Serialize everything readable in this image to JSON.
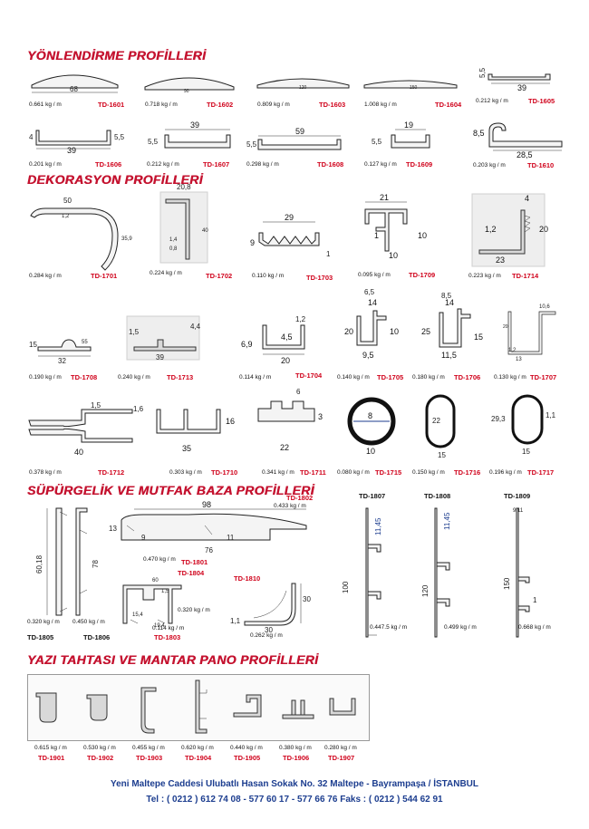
{
  "sections": {
    "s1": "YÖNLENDİRME PROFİLLERİ",
    "s2": "DEKORASYON PROFİLLERİ",
    "s3": "SÜPÜRGELİK VE MUTFAK BAZA PROFİLLERİ",
    "s4": "YAZI TAHTASI VE MANTAR PANO PROFİLLERİ"
  },
  "products": {
    "td1601": {
      "code": "TD-1601",
      "weight": "0.661 kg / m",
      "dims": [
        "68"
      ]
    },
    "td1602": {
      "code": "TD-1602",
      "weight": "0.718 kg / m",
      "dims": [
        "90"
      ]
    },
    "td1603": {
      "code": "TD-1603",
      "weight": "0.809 kg / m",
      "dims": [
        "120"
      ]
    },
    "td1604": {
      "code": "TD-1604",
      "weight": "1.008  kg / m",
      "dims": [
        "150"
      ]
    },
    "td1605": {
      "code": "TD-1605",
      "weight": "0.212 kg / m",
      "dims": [
        "39",
        "5,5"
      ]
    },
    "td1606": {
      "code": "TD-1606",
      "weight": "0.201 kg / m",
      "dims": [
        "39",
        "4",
        "5,5"
      ]
    },
    "td1607": {
      "code": "TD-1607",
      "weight": "0.212 kg / m",
      "dims": [
        "39",
        "5,5"
      ]
    },
    "td1608": {
      "code": "TD-1608",
      "weight": "0.298  kg / m",
      "dims": [
        "59",
        "5,5"
      ]
    },
    "td1609": {
      "code": "TD-1609",
      "weight": "0.127 kg / m",
      "dims": [
        "19",
        "5,5"
      ]
    },
    "td1610": {
      "code": "TD-1610",
      "weight": "0.203 kg / m",
      "dims": [
        "28,5",
        "8,5"
      ]
    },
    "td1701": {
      "code": "TD-1701",
      "weight": "0.284 kg / m",
      "dims": [
        "50",
        "1,2",
        "35,9"
      ]
    },
    "td1702": {
      "code": "TD-1702",
      "weight": "0.224 kg / m",
      "dims": [
        "20,8",
        "40",
        "1,4",
        "0,8"
      ]
    },
    "td1703": {
      "code": "TD-1703",
      "weight": "0.110 kg / m",
      "dims": [
        "29",
        "9",
        "1"
      ]
    },
    "td1709": {
      "code": "TD-1709",
      "weight": "0.095 kg / m",
      "dims": [
        "21",
        "1",
        "10",
        "10"
      ]
    },
    "td1714": {
      "code": "TD-1714",
      "weight": "0.223 kg / m",
      "dims": [
        "4",
        "1,2",
        "20",
        "23"
      ]
    },
    "td1708": {
      "code": "TD-1708",
      "weight": "0.190 kg / m",
      "dims": [
        "15",
        "32",
        "55"
      ]
    },
    "td1713": {
      "code": "TD-1713",
      "weight": "0.240 kg / m",
      "dims": [
        "1,5",
        "39",
        "4,4"
      ]
    },
    "td1704": {
      "code": "TD-1704",
      "weight": "0.114  kg / m",
      "dims": [
        "6,9",
        "1,2",
        "4,5",
        "20"
      ]
    },
    "td1705": {
      "code": "TD-1705",
      "weight": "0.140 kg / m",
      "dims": [
        "6,5",
        "14",
        "20",
        "10",
        "9,5"
      ]
    },
    "td1706": {
      "code": "TD-1706",
      "weight": "0.180 kg / m",
      "dims": [
        "8,5",
        "14",
        "25",
        "15",
        "11,5"
      ]
    },
    "td1707": {
      "code": "TD-1707",
      "weight": "0.130 kg / m",
      "dims": [
        "10,6",
        "20",
        "1,2",
        "13"
      ]
    },
    "td1712": {
      "code": "TD-1712",
      "weight": "0.378 kg / m",
      "dims": [
        "1,5",
        "40"
      ]
    },
    "td1710": {
      "code": "TD-1710",
      "weight": "0.303 kg / m",
      "dims": [
        "1,6",
        "16",
        "35"
      ]
    },
    "td1711": {
      "code": "TD-1711",
      "weight": "0.341 kg / m",
      "dims": [
        "6",
        "3",
        "22"
      ]
    },
    "td1715": {
      "code": "TD-1715",
      "weight": "0.080 kg / m",
      "dims": [
        "8",
        "10"
      ]
    },
    "td1716": {
      "code": "TD-1716",
      "weight": "0.150 kg / m",
      "dims": [
        "22",
        "15"
      ]
    },
    "td1717": {
      "code": "TD-1717",
      "weight": "0.196 kg / m",
      "dims": [
        "29,3",
        "1,1",
        "15"
      ]
    },
    "td1805": {
      "code": "TD-1805",
      "weight": "0.320 kg / m",
      "dims": [
        "60,18"
      ]
    },
    "td1806": {
      "code": "TD-1806",
      "weight": "0.450 kg / m",
      "dims": [
        "78"
      ]
    },
    "td1801": {
      "code": "TD-1801",
      "weight": "0.470 kg / m",
      "dims": [
        "98",
        "13",
        "9",
        "11",
        "76"
      ]
    },
    "td1802": {
      "code": "TD-1802",
      "weight": "0.433 kg / m",
      "dims": []
    },
    "td1804": {
      "code": "TD-1804",
      "weight": "0.320 kg / m",
      "dims": [
        "60",
        "1,5",
        "15,4",
        "19,4"
      ]
    },
    "td1803": {
      "code": "TD-1803",
      "weight": "0.114 kg / m",
      "dims": []
    },
    "td1810": {
      "code": "TD-1810",
      "weight": "0.262 kg / m",
      "dims": [
        "30",
        "30",
        "1,1"
      ]
    },
    "td1807": {
      "code": "TD-1807",
      "weight": "0.447.5 kg / m",
      "dims": [
        "11,45",
        "100"
      ]
    },
    "td1808": {
      "code": "TD-1808",
      "weight": "0.499 kg / m",
      "dims": [
        "11,45",
        "120"
      ]
    },
    "td1809": {
      "code": "TD-1809",
      "weight": "0.668 kg / m",
      "dims": [
        "9,11",
        "150",
        "1"
      ]
    },
    "td1901": {
      "code": "TD-1901",
      "weight": "0.615 kg / m"
    },
    "td1902": {
      "code": "TD-1902",
      "weight": "0.530 kg / m"
    },
    "td1903": {
      "code": "TD-1903",
      "weight": "0.455 kg / m"
    },
    "td1904": {
      "code": "TD-1904",
      "weight": "0.620 kg / m"
    },
    "td1905": {
      "code": "TD-1905",
      "weight": "0.440 kg / m"
    },
    "td1906": {
      "code": "TD-1906",
      "weight": "0.380 kg / m"
    },
    "td1907": {
      "code": "TD-1907",
      "weight": "0.280 kg / m"
    }
  },
  "footer": {
    "address": "Yeni Maltepe Caddesi Ulubatlı Hasan Sokak  No. 32    Maltepe - Bayrampaşa / İSTANBUL",
    "phone": "Tel : ( 0212 ) 612 74 08 - 577 60 17 - 577 66 76     Faks : ( 0212 ) 544 62 91"
  },
  "colors": {
    "title_red": "#c4122f",
    "code_red": "#d0021b",
    "footer_blue": "#1c3d8f"
  }
}
